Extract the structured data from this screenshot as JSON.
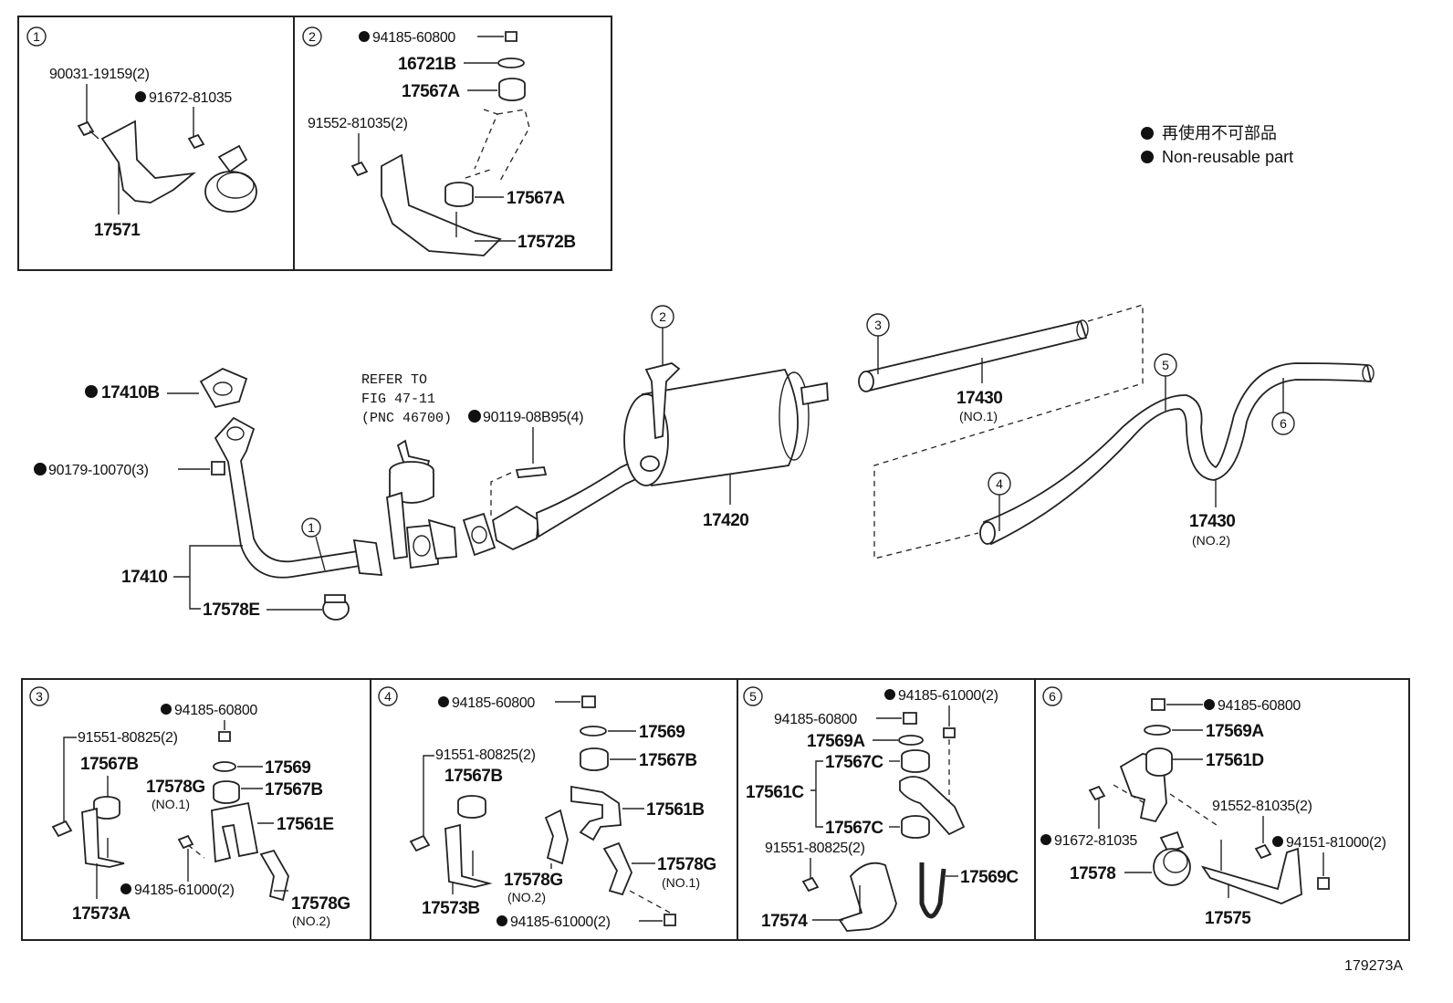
{
  "legend": {
    "jp": "再使用不可部品",
    "en": "Non-reusable part"
  },
  "figure_code": "179273A",
  "refer": {
    "line1": "REFER TO",
    "line2": "FIG 47-11",
    "line3": "(PNC 46700)"
  },
  "callouts": [
    "1",
    "2",
    "3",
    "4",
    "5",
    "6"
  ],
  "box1": {
    "p1": "90031-19159(2)",
    "p2": "91672-81035",
    "p3": "17571"
  },
  "box2": {
    "p1": "94185-60800",
    "p2": "16721B",
    "p3": "17567A",
    "p4": "91552-81035(2)",
    "p5": "17567A",
    "p6": "17572B"
  },
  "main": {
    "gasket": "17410B",
    "bolt": "90119-08B95(4)",
    "nut": "90179-10070(3)",
    "pipe_front": "17410",
    "clamp": "17578E",
    "muffler": "17420",
    "tail1": "17430",
    "tail1_sub": "(NO.1)",
    "tail2": "17430",
    "tail2_sub": "(NO.2)"
  },
  "box3": {
    "p1": "94185-60800",
    "p2": "91551-80825(2)",
    "p3": "17567B",
    "p4": "17569",
    "p5": "17578G",
    "p5_sub": "(NO.1)",
    "p6": "17567B",
    "p7": "17561E",
    "p8": "94185-61000(2)",
    "p9": "17578G",
    "p9_sub": "(NO.2)",
    "p10": "17573A"
  },
  "box4": {
    "p1": "94185-60800",
    "p2": "17569",
    "p3": "91551-80825(2)",
    "p4": "17567B",
    "p5": "17567B",
    "p6": "17561B",
    "p7": "17578G",
    "p7_sub": "(NO.1)",
    "p8": "17578G",
    "p8_sub": "(NO.2)",
    "p9": "17573B",
    "p10": "94185-61000(2)"
  },
  "box5": {
    "p1": "94185-61000(2)",
    "p2": "94185-60800",
    "p3": "17569A",
    "p4": "17567C",
    "p5": "17561C",
    "p6": "17567C",
    "p7": "91551-80825(2)",
    "p8": "17569C",
    "p9": "17574"
  },
  "box6": {
    "p1": "94185-60800",
    "p2": "17569A",
    "p3": "17561D",
    "p4": "91552-81035(2)",
    "p5": "91672-81035",
    "p6": "94151-81000(2)",
    "p7": "17578",
    "p8": "17575"
  }
}
